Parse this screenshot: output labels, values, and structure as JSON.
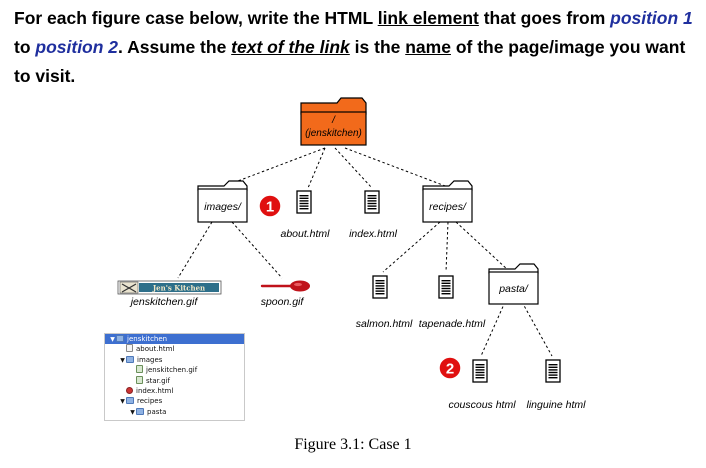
{
  "instructions": {
    "p1": "For each figure case below, write the HTML ",
    "p2": "link element",
    "p3": " that goes from ",
    "p4": "position 1",
    "p5": " to ",
    "p6": "position 2",
    "p7": ". Assume the ",
    "p8": "text of the link",
    "p9": " is the ",
    "p10": "name",
    "p11": " of the page/image you want to visit."
  },
  "nodes": {
    "root_slash": "/",
    "root": "(jenskitchen)",
    "images": "images/",
    "about": "about.html",
    "index": "index.html",
    "recipes": "recipes/",
    "jenskitchen_gif": "jenskitchen.gif",
    "spoon_gif": "spoon.gif",
    "salmon": "salmon.html",
    "tapenade": "tapenade.html",
    "pasta": "pasta/",
    "couscous": "couscous html",
    "linguine": "linguine html"
  },
  "markers": {
    "one": "1",
    "two": "2"
  },
  "logo_text": "Jen's Kitchen",
  "finder": {
    "rows": [
      {
        "label": "jenskitchen",
        "icon": "folder",
        "twisty": "▼",
        "indent": 0,
        "selected": true
      },
      {
        "label": "about.html",
        "icon": "file",
        "twisty": "",
        "indent": 1,
        "selected": false
      },
      {
        "label": "images",
        "icon": "folder",
        "twisty": "▼",
        "indent": 1,
        "selected": false
      },
      {
        "label": "jenskitchen.gif",
        "icon": "img",
        "twisty": "",
        "indent": 2,
        "selected": false
      },
      {
        "label": "star.gif",
        "icon": "img",
        "twisty": "",
        "indent": 2,
        "selected": false
      },
      {
        "label": "index.html",
        "icon": "gear",
        "twisty": "",
        "indent": 1,
        "selected": false
      },
      {
        "label": "recipes",
        "icon": "folder",
        "twisty": "▼",
        "indent": 1,
        "selected": false
      },
      {
        "label": "pasta",
        "icon": "folder",
        "twisty": "▼",
        "indent": 2,
        "selected": false
      }
    ]
  },
  "caption": "Figure 3.1: Case 1",
  "colors": {
    "root_folder": "#f26a1b",
    "marker": "#e01010",
    "link_blue": "#1f2f9e",
    "spoon": "#c0121a"
  }
}
